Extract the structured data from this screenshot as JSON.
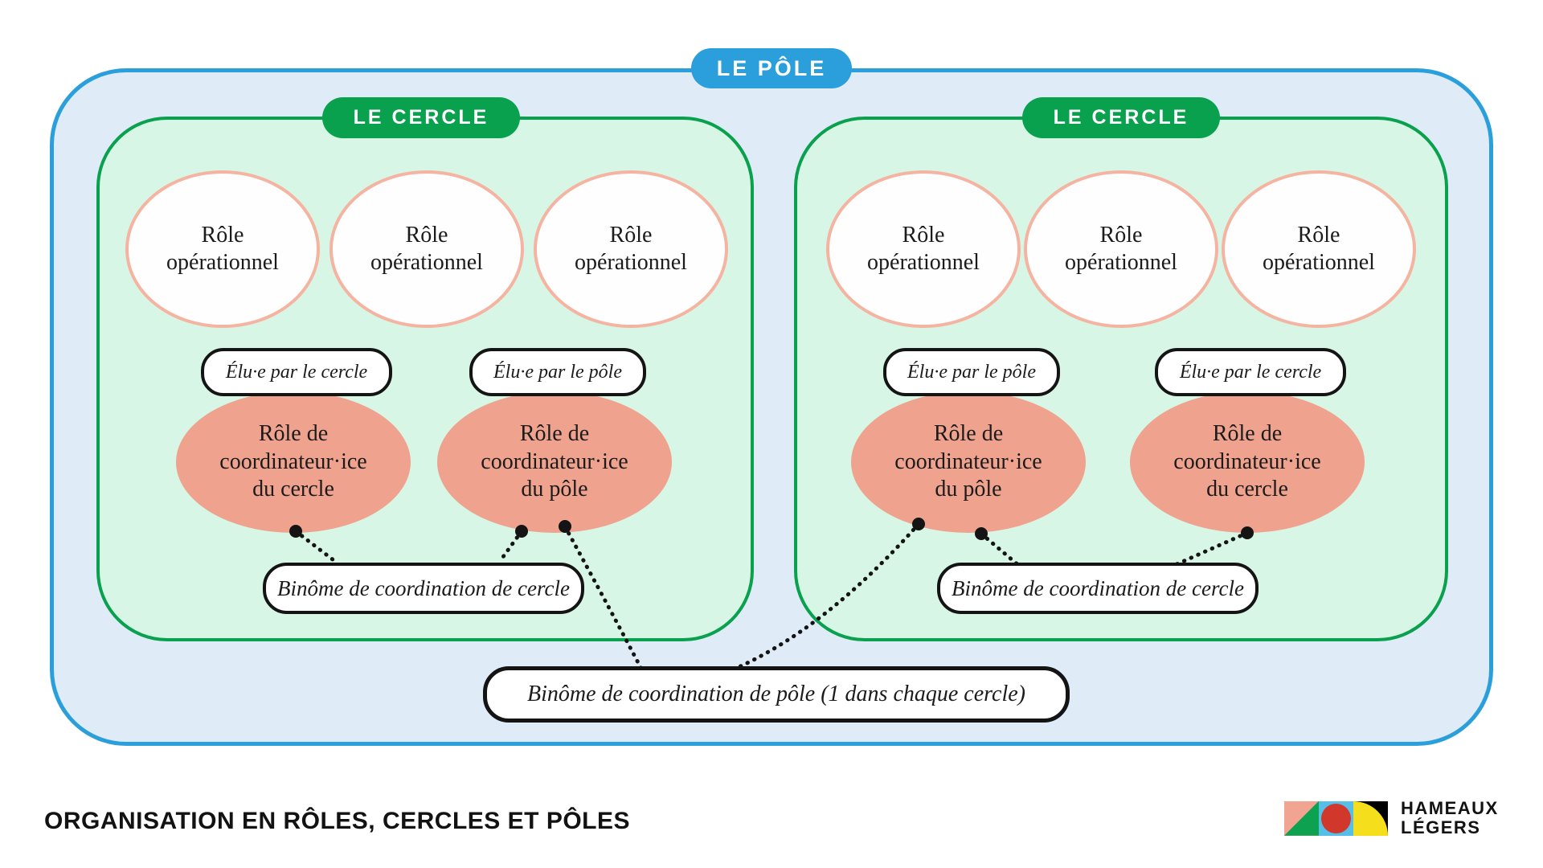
{
  "colors": {
    "pole_blue": "#2b9fdc",
    "pole_fill": "#dfecf8",
    "cercle_green": "#09a04e",
    "cercle_fill": "#d8f6e5",
    "coordinator_fill": "#efa28d",
    "role_circle_border": "#f5b4a1",
    "connector_black": "#141414",
    "logo_salmon": "#f2a493",
    "logo_green": "#0ca24f",
    "logo_blue": "#55bfe8",
    "logo_red": "#d2372b",
    "logo_yellow": "#f5df1d",
    "logo_black": "#000000"
  },
  "pole": {
    "label": "LE PÔLE",
    "binome_label": "Binôme de coordination de pôle (1 dans chaque cercle)",
    "cercles": [
      {
        "label": "LE CERCLE",
        "roles": [
          {
            "l1": "Rôle",
            "l2": "opérationnel"
          },
          {
            "l1": "Rôle",
            "l2": "opérationnel"
          },
          {
            "l1": "Rôle",
            "l2": "opérationnel"
          }
        ],
        "coordinators": [
          {
            "elu": "Élu·e par le cercle",
            "l1": "Rôle de",
            "l2": "coordinateur·ice",
            "l3": "du cercle"
          },
          {
            "elu": "Élu·e par le pôle",
            "l1": "Rôle de",
            "l2": "coordinateur·ice",
            "l3": "du pôle"
          }
        ],
        "binome_label": "Binôme de coordination de cercle"
      },
      {
        "label": "LE CERCLE",
        "roles": [
          {
            "l1": "Rôle",
            "l2": "opérationnel"
          },
          {
            "l1": "Rôle",
            "l2": "opérationnel"
          },
          {
            "l1": "Rôle",
            "l2": "opérationnel"
          }
        ],
        "coordinators": [
          {
            "elu": "Élu·e par le pôle",
            "l1": "Rôle de",
            "l2": "coordinateur·ice",
            "l3": "du pôle"
          },
          {
            "elu": "Élu·e par le cercle",
            "l1": "Rôle de",
            "l2": "coordinateur·ice",
            "l3": "du cercle"
          }
        ],
        "binome_label": "Binôme de coordination de cercle"
      }
    ]
  },
  "footer": {
    "title": "ORGANISATION EN RÔLES, CERCLES ET PÔLES",
    "logo": {
      "line1": "HAMEAUX",
      "line2": "LÉGERS"
    }
  }
}
